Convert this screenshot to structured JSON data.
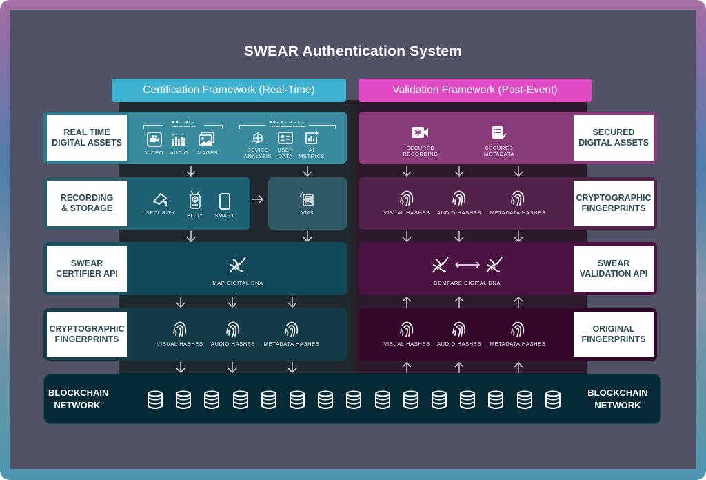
{
  "title": "SWEAR Authentication System",
  "frameworks": {
    "certification": "Certification Framework (Real-Time)",
    "validation": "Validation Framework (Post-Event)"
  },
  "colors": {
    "certification_accent": "#3fb2d2",
    "validation_accent": "#e04ac4",
    "background": "#525267"
  },
  "certification": {
    "rows": [
      {
        "label": "REAL TIME\nDIGITAL ASSETS",
        "groups": [
          {
            "title": "Media",
            "items": [
              {
                "icon": "video-icon",
                "caption": "VIDEO"
              },
              {
                "icon": "audio-levels-icon",
                "caption": "AUDIO"
              },
              {
                "icon": "images-icon",
                "caption": "IMAGES"
              }
            ]
          },
          {
            "title": "Metadata",
            "items": [
              {
                "icon": "device-analytics-icon",
                "caption": "DEVICE\nANALYTIS"
              },
              {
                "icon": "user-data-icon",
                "caption": "USER\nDATA"
              },
              {
                "icon": "ai-metrics-icon",
                "caption": "AI\nMETRICS"
              }
            ]
          }
        ]
      },
      {
        "label": "RECORDING\n& STORAGE",
        "items": [
          {
            "icon": "security-camera-icon",
            "caption": "SECURITY"
          },
          {
            "icon": "body-camera-icon",
            "caption": "BODY"
          },
          {
            "icon": "smartphone-icon",
            "caption": "SMART"
          }
        ],
        "vms": {
          "icon": "vms-server-icon",
          "caption": "VMS"
        }
      },
      {
        "label": "SWEAR\nCERTIFIER API",
        "items": [
          {
            "icon": "dna-icon",
            "caption": "MAP DIGITAL DNA"
          }
        ]
      },
      {
        "label": "CRYPTOGRAPHIC\nFINGERPRINTS",
        "items": [
          {
            "icon": "fingerprint-icon",
            "caption": "VISUAL HASHES"
          },
          {
            "icon": "fingerprint-icon",
            "caption": "AUDIO HASHES"
          },
          {
            "icon": "fingerprint-icon",
            "caption": "METADATA HASHES"
          }
        ]
      }
    ]
  },
  "validation": {
    "rows": [
      {
        "label": "SECURED\nDIGITAL ASSETS",
        "items": [
          {
            "icon": "secured-recording-icon",
            "caption": "SECURED\nRECORDING"
          },
          {
            "icon": "secured-metadata-icon",
            "caption": "SECURED\nMETADATA"
          }
        ]
      },
      {
        "label": "CRYPTOGRAPHIC\nFINGERPRINTS",
        "items": [
          {
            "icon": "fingerprint-icon",
            "caption": "VISUAL HASHES"
          },
          {
            "icon": "fingerprint-icon",
            "caption": "AUDIO HASHES"
          },
          {
            "icon": "fingerprint-icon",
            "caption": "METADATA HASHES"
          }
        ]
      },
      {
        "label": "SWEAR\nVALIDATION API",
        "items": [
          {
            "icon": "compare-dna-icon",
            "caption": "COMPARE DIGITAL DNA"
          }
        ]
      },
      {
        "label": "ORIGINAL\nFINGERPRINTS",
        "items": [
          {
            "icon": "fingerprint-icon",
            "caption": "VISUAL HASHES"
          },
          {
            "icon": "fingerprint-icon",
            "caption": "AUDIO HASHES"
          },
          {
            "icon": "fingerprint-icon",
            "caption": "METADATA HASHES"
          }
        ]
      }
    ]
  },
  "blockchain": {
    "label_left": "BLOCKCHAIN\nNETWORK",
    "label_right": "BLOCKCHAIN\nNETWORK",
    "node_count": 15,
    "node_icon": "database-icon"
  }
}
